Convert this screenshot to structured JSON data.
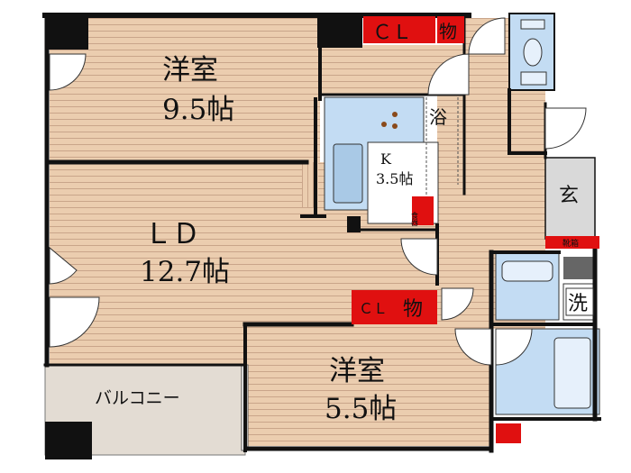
{
  "rooms": {
    "western_large": {
      "name": "洋室",
      "size": "9.5帖"
    },
    "ld": {
      "name": "ＬＤ",
      "size": "12.7帖"
    },
    "kitchen": {
      "name": "K",
      "size": "3.5帖"
    },
    "western_small": {
      "name": "洋室",
      "size": "5.5帖"
    },
    "balcony": {
      "name": "バルコニー"
    }
  },
  "labels": {
    "closet": "ＣＬ",
    "storage": "物",
    "bath": "浴",
    "entrance": "玄",
    "wash": "洗",
    "shoe_box": "靴箱",
    "cupboard": "食器"
  },
  "colors": {
    "floor_wood": "#e9c9a7",
    "floor_line": "#c7a386",
    "wall": "#111111",
    "closet_red": "#e01010",
    "wet_area_blue": "#c3dcf3",
    "balcony_gray": "#e3dcd3",
    "entrance_gray": "#d9d9d9"
  }
}
